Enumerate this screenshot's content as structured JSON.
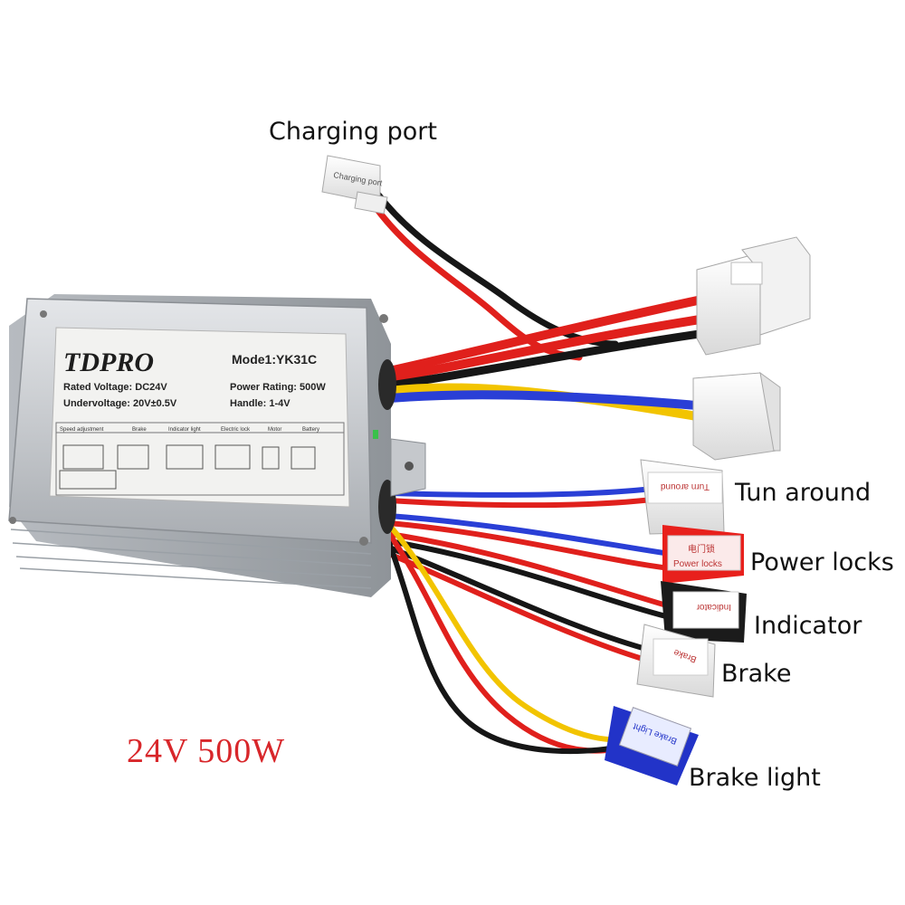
{
  "labels": {
    "charging_port": "Charging port",
    "turn_around": "Tun around",
    "power_locks": "Power locks",
    "indicator": "Indicator",
    "brake": "Brake",
    "brake_light": "Brake light"
  },
  "spec": "24V  500W",
  "controller": {
    "brand": "TDPRO",
    "model": "Mode1:YK31C",
    "rated_voltage": "Rated Voltage: DC24V",
    "power_rating": "Power Rating: 500W",
    "undervoltage": "Undervoltage: 20V±0.5V",
    "handle": "Handle: 1-4V",
    "diagram_headers": [
      "Speed adjustment",
      "Brake",
      "Indicator light",
      "Electric lock",
      "Motor",
      "Battery"
    ]
  },
  "connector_tags": {
    "charging": "Charging port",
    "turn_around": "Turn around",
    "power_locks_cn": "电门锁",
    "power_locks": "Power locks",
    "indicator": "Indicator",
    "brake": "Brake",
    "brake_light": "Brake Light"
  },
  "colors": {
    "red_wire": "#e0201c",
    "black_wire": "#161616",
    "yellow_wire": "#f2c400",
    "blue_wire": "#2a3fd6",
    "spec_text": "#d8262a",
    "aluminum": "#c9ccd0"
  }
}
